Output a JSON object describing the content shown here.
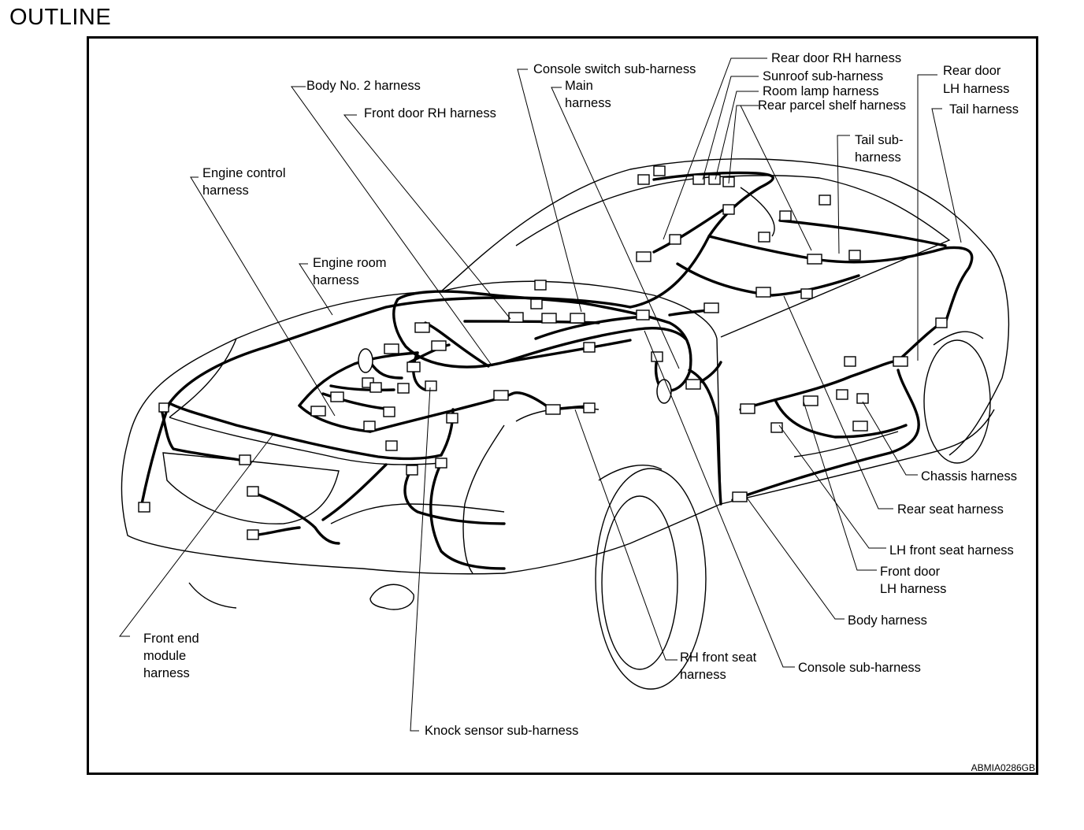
{
  "page_title": "OUTLINE",
  "figure_code": "ABMIA0286GB",
  "colors": {
    "line": "#000000",
    "background": "#ffffff"
  },
  "labels": {
    "body_no2": "Body No. 2 harness",
    "front_door_rh": "Front door RH harness",
    "console_switch": "Console switch sub-harness",
    "main_1": "Main",
    "main_2": "harness",
    "rear_door_rh": "Rear door RH harness",
    "sunroof": "Sunroof sub-harness",
    "room_lamp": "Room lamp harness",
    "rear_parcel": "Rear parcel shelf harness",
    "rear_door_lh_1": "Rear door",
    "rear_door_lh_2": "LH harness",
    "tail": "Tail harness",
    "tail_sub_1": "Tail sub-",
    "tail_sub_2": "harness",
    "engine_control_1": "Engine control",
    "engine_control_2": "harness",
    "engine_room_1": "Engine room",
    "engine_room_2": "harness",
    "chassis": "Chassis harness",
    "rear_seat": "Rear seat harness",
    "lh_front_seat": "LH front seat harness",
    "front_door_lh_1": "Front door",
    "front_door_lh_2": "LH harness",
    "body": "Body harness",
    "console_sub": "Console sub-harness",
    "rh_front_seat_1": "RH front seat",
    "rh_front_seat_2": "harness",
    "front_end_1": "Front end",
    "front_end_2": "module",
    "front_end_3": "harness",
    "knock_sensor": "Knock sensor sub-harness"
  }
}
